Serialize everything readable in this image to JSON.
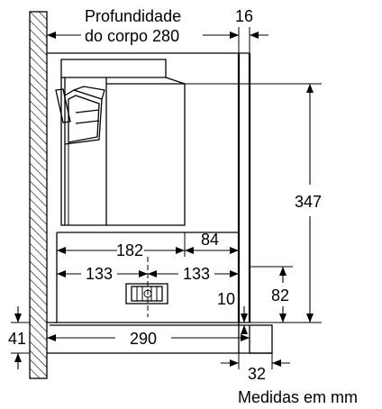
{
  "labels": {
    "depth_title_line1": "Profundidade",
    "depth_title_line2": "do corpo 280",
    "dim_16": "16",
    "dim_347": "347",
    "dim_182": "182",
    "dim_84": "84",
    "dim_133_left": "133",
    "dim_133_right": "133",
    "dim_82": "82",
    "dim_10": "10",
    "dim_41": "41",
    "dim_290": "290",
    "dim_32": "32",
    "units_note": "Medidas em mm"
  }
}
